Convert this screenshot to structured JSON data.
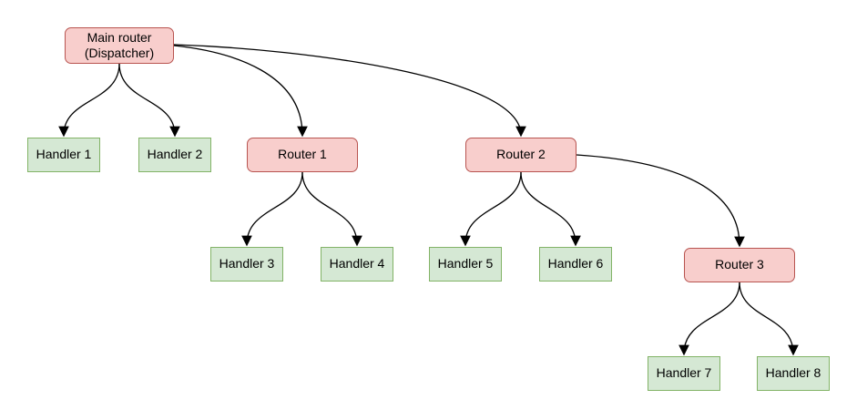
{
  "diagram": {
    "type": "flowchart-tree",
    "background": "#ffffff",
    "nodes": {
      "main": {
        "label_line1": "Main router",
        "label_line2": "(Dispatcher)",
        "kind": "router"
      },
      "h1": {
        "label": "Handler 1",
        "kind": "handler"
      },
      "h2": {
        "label": "Handler 2",
        "kind": "handler"
      },
      "h3": {
        "label": "Handler 3",
        "kind": "handler"
      },
      "h4": {
        "label": "Handler 4",
        "kind": "handler"
      },
      "h5": {
        "label": "Handler 5",
        "kind": "handler"
      },
      "h6": {
        "label": "Handler 6",
        "kind": "handler"
      },
      "h7": {
        "label": "Handler 7",
        "kind": "handler"
      },
      "h8": {
        "label": "Handler 8",
        "kind": "handler"
      },
      "r1": {
        "label": "Router 1",
        "kind": "router"
      },
      "r2": {
        "label": "Router 2",
        "kind": "router"
      },
      "r3": {
        "label": "Router 3",
        "kind": "router"
      }
    },
    "edges": [
      {
        "from": "main",
        "to": "h1"
      },
      {
        "from": "main",
        "to": "h2"
      },
      {
        "from": "main",
        "to": "r1"
      },
      {
        "from": "main",
        "to": "r2"
      },
      {
        "from": "r1",
        "to": "h3"
      },
      {
        "from": "r1",
        "to": "h4"
      },
      {
        "from": "r2",
        "to": "h5"
      },
      {
        "from": "r2",
        "to": "h6"
      },
      {
        "from": "r2",
        "to": "r3"
      },
      {
        "from": "r3",
        "to": "h7"
      },
      {
        "from": "r3",
        "to": "h8"
      }
    ],
    "colors": {
      "router_fill": "#f8cecc",
      "router_border": "#b85450",
      "handler_fill": "#d5e8d4",
      "handler_border": "#82b366",
      "edge": "#000000",
      "text": "#000000"
    }
  }
}
